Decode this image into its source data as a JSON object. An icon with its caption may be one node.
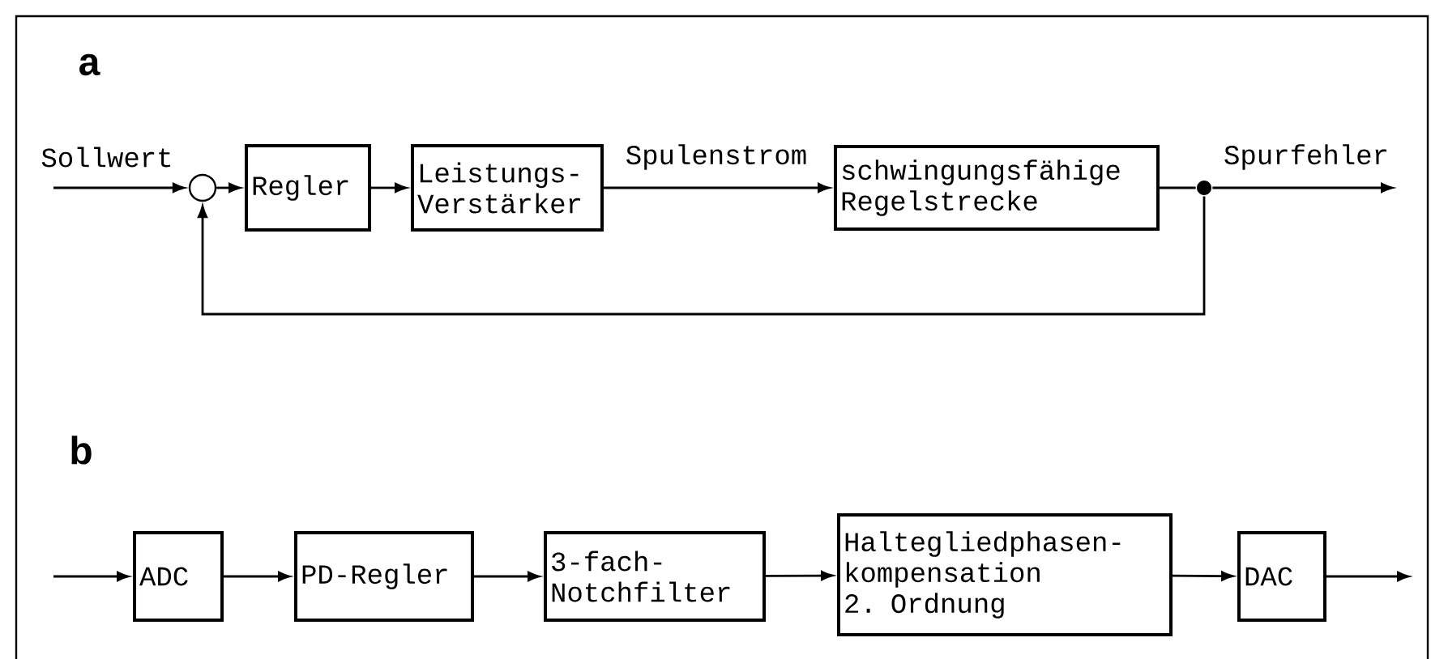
{
  "diagram": {
    "nodes": [
      {
        "text": [],
        "shape": "circle"
      },
      {
        "text": [
          "Regler"
        ]
      },
      {
        "text": [
          "Leistungs- Verstärker"
        ]
      },
      {
        "text": [
          "schwingungsfähige Regelstrecke"
        ]
      },
      {
        "text": [],
        "shape": "circle"
      },
      {
        "text": [
          "ADC"
        ]
      },
      {
        "text": [
          "PD-Regler"
        ]
      },
      {
        "text": [
          "3-fach- Notchfilter"
        ]
      },
      {
        "text": [
          "Haltegliedphasen- kompensation",
          "2. Ordnung"
        ]
      },
      {
        "text": [
          "DAC"
        ]
      }
    ],
    "edges": [
      {
        "from": null,
        "to": 0,
        "arrow": "to",
        "label": "Sollwert"
      },
      {
        "from": 0,
        "to": 1,
        "arrow": "to"
      },
      {
        "from": 1,
        "to": 2,
        "arrow": "to"
      },
      {
        "from": 2,
        "to": 3,
        "arrow": "to",
        "label": "Spulenstrom"
      },
      {
        "from": 3,
        "to": 4,
        "arrow": "none"
      },
      {
        "from": 4,
        "to": null,
        "arrow": "to",
        "label": "Spurfehler"
      },
      {
        "from": 4,
        "to": 0,
        "arrow": "to"
      },
      {
        "from": null,
        "to": 5,
        "arrow": "to"
      },
      {
        "from": 5,
        "to": 6,
        "arrow": "to"
      },
      {
        "from": 6,
        "to": 7,
        "arrow": "to"
      },
      {
        "from": 7,
        "to": 8,
        "arrow": "to"
      },
      {
        "from": 8,
        "to": 9,
        "arrow": "to"
      },
      {
        "from": 9,
        "to": null,
        "arrow": "to"
      }
    ],
    "labels": [
      "a",
      "b"
    ]
  }
}
